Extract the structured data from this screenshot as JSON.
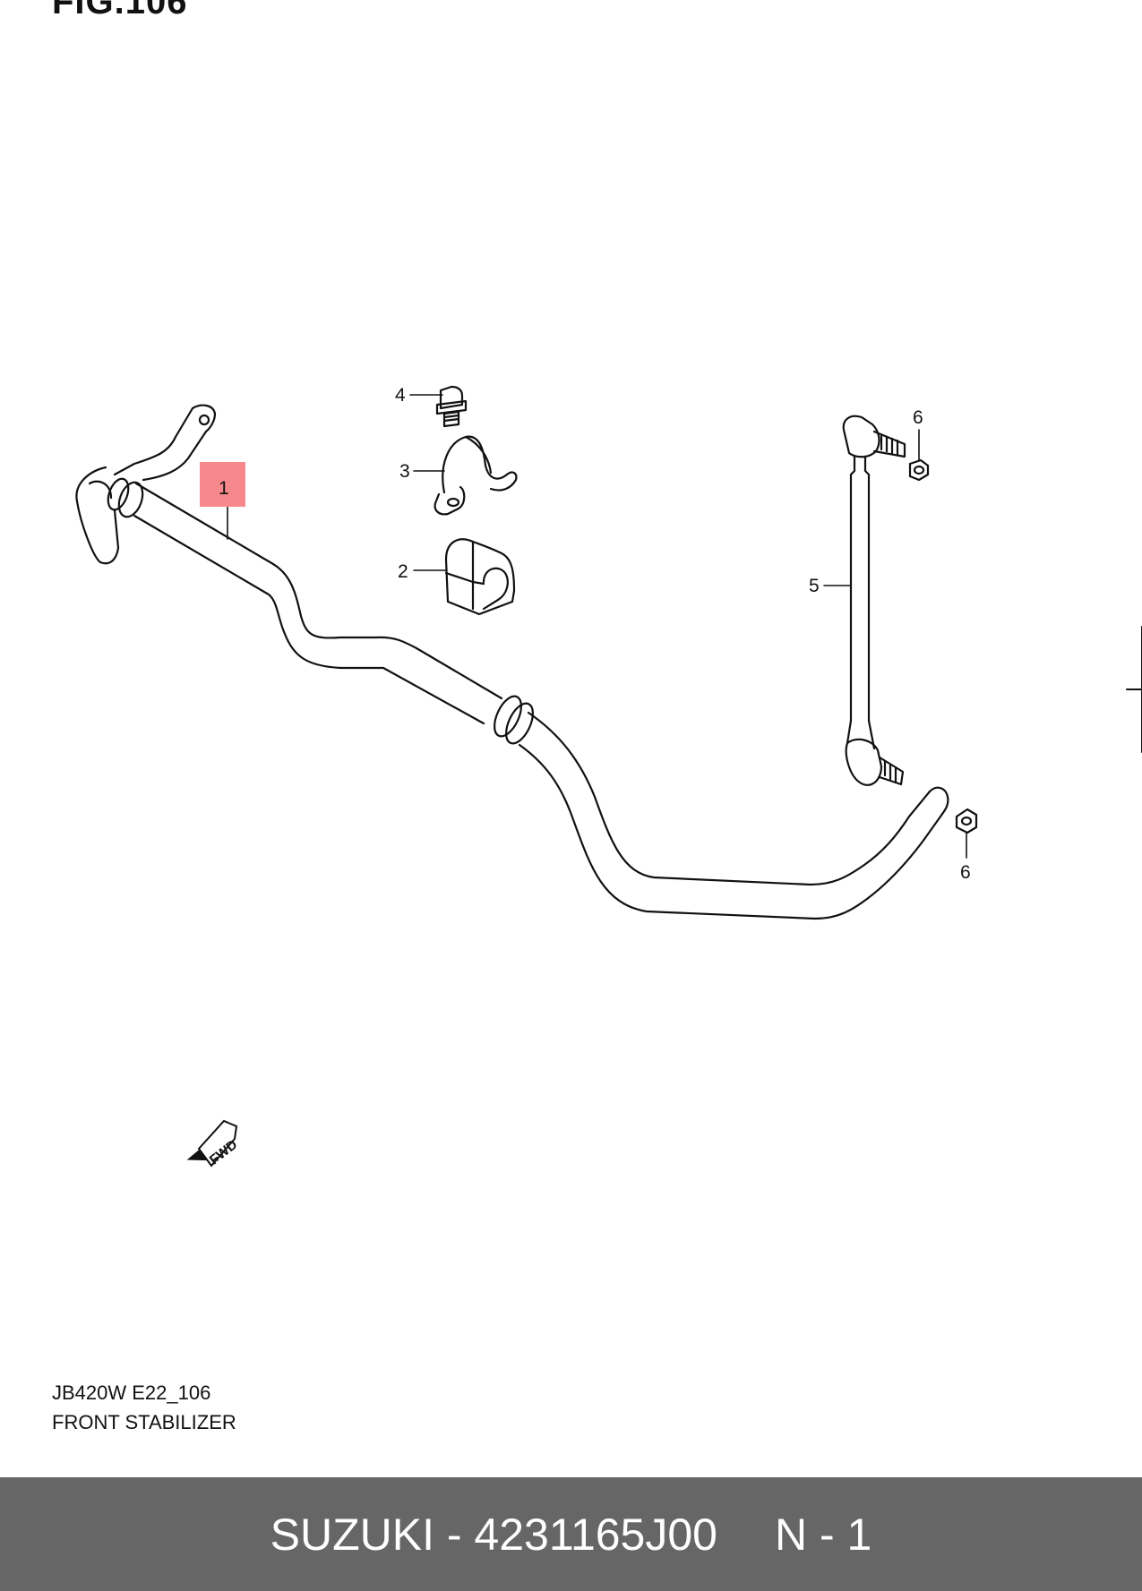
{
  "figure": {
    "header": "FIG.106",
    "doc_code": "JB420W E22_106",
    "doc_title": "FRONT STABILIZER",
    "fwd_label": "FWD",
    "highlight_color": "#f7898c"
  },
  "callouts": [
    {
      "id": "1",
      "label": "1",
      "highlighted": true
    },
    {
      "id": "2",
      "label": "2"
    },
    {
      "id": "3",
      "label": "3"
    },
    {
      "id": "4",
      "label": "4"
    },
    {
      "id": "5",
      "label": "5"
    },
    {
      "id": "6a",
      "label": "6"
    },
    {
      "id": "6b",
      "label": "6"
    }
  ],
  "footer": {
    "part_text": "SUZUKI - 4231165J00",
    "qty_text": "N - 1",
    "background_color": "#666666"
  }
}
